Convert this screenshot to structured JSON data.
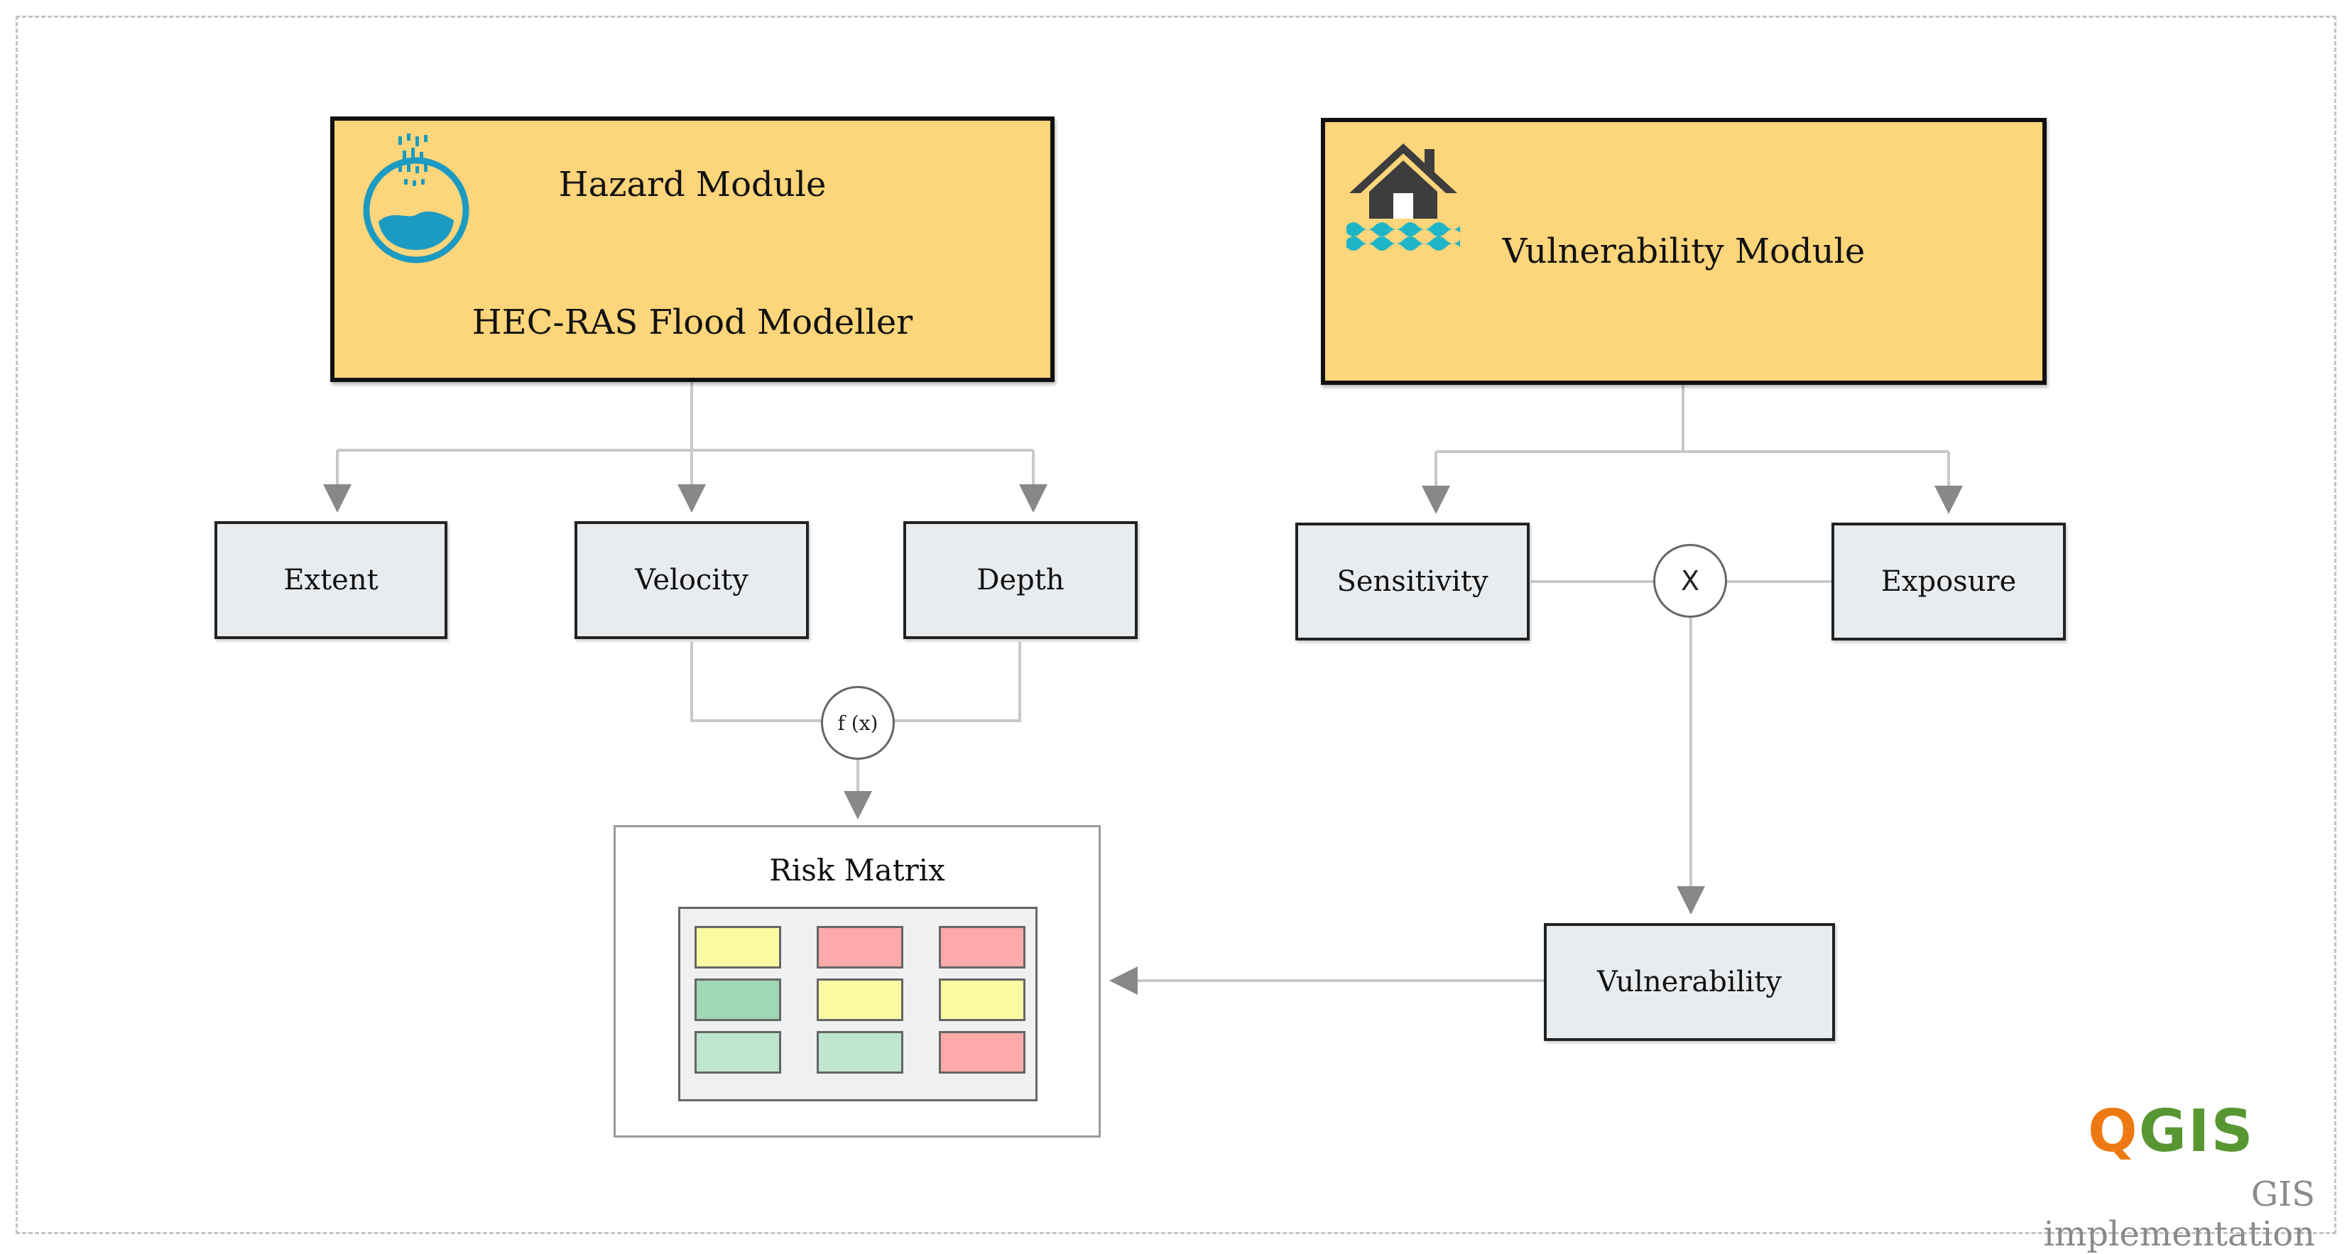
{
  "hazard_module": {
    "title": "Hazard Module",
    "subtitle": "HEC-RAS Flood Modeller",
    "icon": "rain-water-bowl-icon"
  },
  "vulnerability_module": {
    "title": "Vulnerability Module",
    "icon": "flooded-house-icon"
  },
  "hazard_outputs": [
    "Extent",
    "Velocity",
    "Depth"
  ],
  "vulnerability_inputs": [
    "Sensitivity",
    "Exposure"
  ],
  "operators": {
    "function": "f (x)",
    "multiply": "X"
  },
  "vulnerability_node": "Vulnerability",
  "risk_matrix": {
    "title": "Risk Matrix",
    "cells": [
      [
        "#fafaa3",
        "#fdaaaa",
        "#fdaaaa"
      ],
      [
        "#9fd8b3",
        "#fafaa3",
        "#fafaa3"
      ],
      [
        "#bfe6cf",
        "#bfe6cf",
        "#fdaaaa"
      ]
    ]
  },
  "branding": {
    "logo": "QGIS",
    "caption": "GIS implementation"
  },
  "colors": {
    "module_fill": "#fdd57a",
    "node_fill": "#e9ecef",
    "connector": "#c8c8c8",
    "arrow": "#888888",
    "water_icon": "#1b9ac2",
    "house_icon": "#3d3d3d"
  }
}
